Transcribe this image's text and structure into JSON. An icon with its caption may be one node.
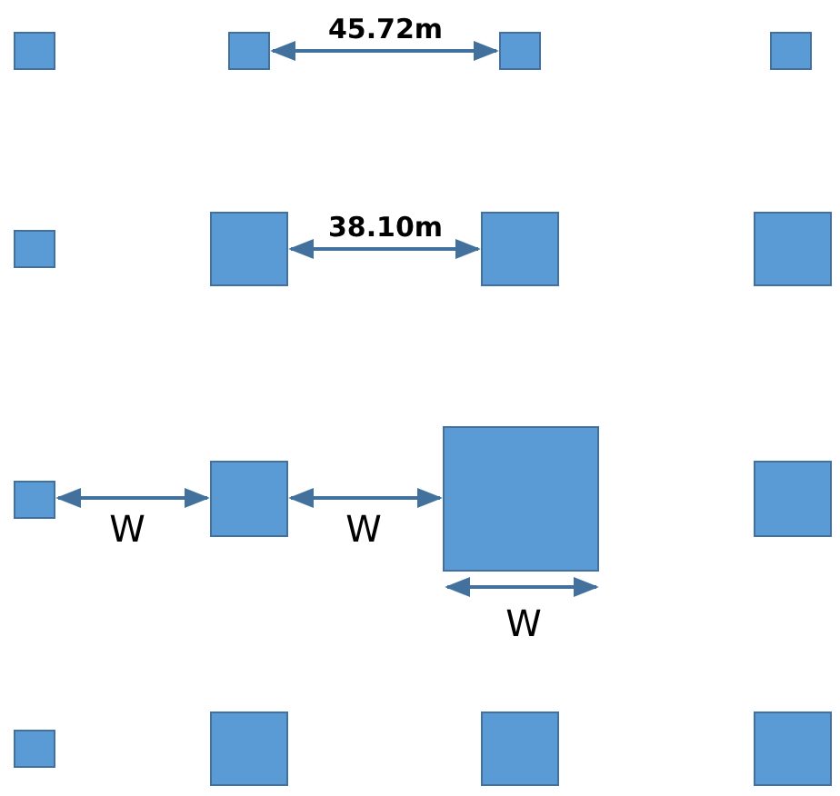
{
  "diagram": {
    "labels": [
      "45.72m",
      "38.10m",
      "W",
      "W",
      "W"
    ]
  }
}
